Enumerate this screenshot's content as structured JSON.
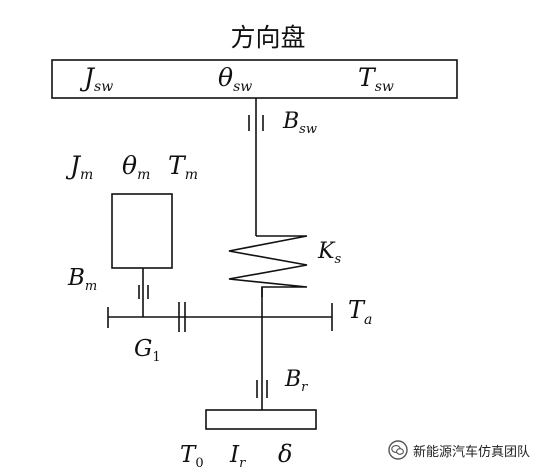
{
  "title": "方向盘",
  "steering_wheel": {
    "inertia": "J",
    "inertia_sub": "sw",
    "angle": "θ",
    "angle_sub": "sw",
    "torque": "T",
    "torque_sub": "sw"
  },
  "column_damping": {
    "sym": "B",
    "sub": "sw"
  },
  "motor": {
    "inertia": "J",
    "inertia_sub": "m",
    "angle": "θ",
    "angle_sub": "m",
    "torque": "T",
    "torque_sub": "m"
  },
  "motor_damping": {
    "sym": "B",
    "sub": "m"
  },
  "gear": {
    "sym": "G",
    "sub": "1"
  },
  "stiffness": {
    "sym": "K",
    "sub": "s"
  },
  "assist_torque": {
    "sym": "T",
    "sub": "a"
  },
  "rack_damping": {
    "sym": "B",
    "sub": "r"
  },
  "road": {
    "torque": "T",
    "torque_sub": "0",
    "inertia": "I",
    "inertia_sub": "r",
    "angle": "δ"
  },
  "watermark": {
    "text": "新能源汽车仿真团队",
    "icon": "wechat-icon"
  }
}
